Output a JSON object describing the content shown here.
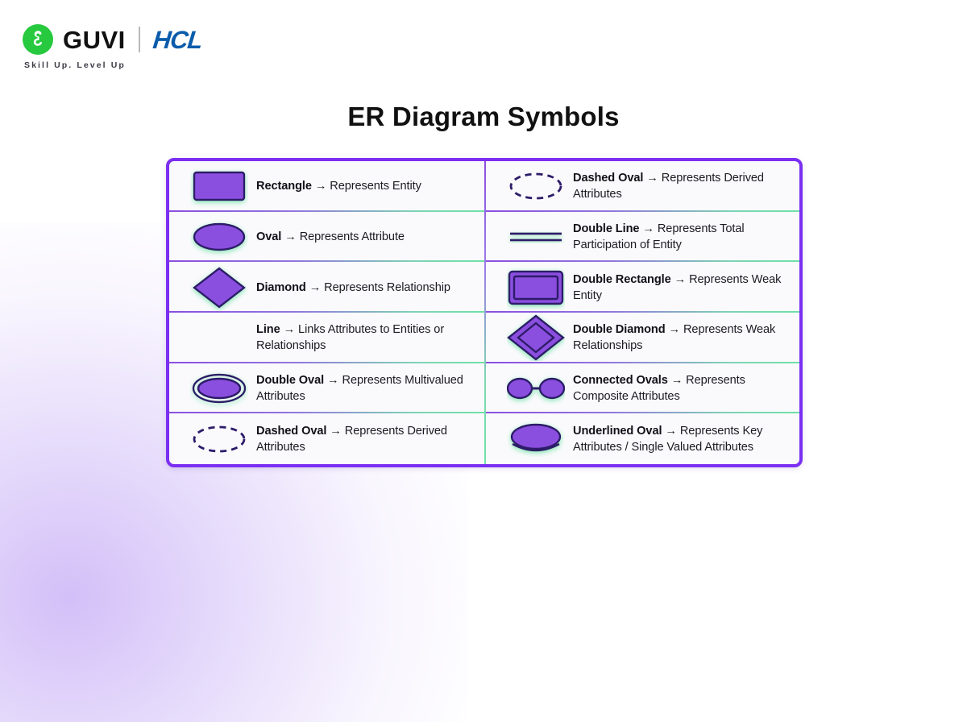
{
  "brand": {
    "logo_icon": "guvi-circle-g-icon",
    "name": "GUVI",
    "partner": "HCL",
    "tagline": "Skill Up. Level Up",
    "accent_green": "#27C93F",
    "hcl_blue": "#0B5CAB"
  },
  "title": "ER Diagram Symbols",
  "theme": {
    "border": "#7B2FF2",
    "shape_fill": "#8B4FE0",
    "shape_stroke": "#2D1B69",
    "glow": "#7FE3B0",
    "divider_from": "#8B4FE0",
    "divider_to": "#6FE0A8"
  },
  "table": {
    "left_column": [
      {
        "shape": "rectangle",
        "term": "Rectangle",
        "arrow": "→",
        "desc": "Represents Entity"
      },
      {
        "shape": "oval",
        "term": "Oval",
        "arrow": "→",
        "desc": "Represents Attribute"
      },
      {
        "shape": "diamond",
        "term": "Diamond",
        "arrow": "→",
        "desc": "Represents Relationship"
      },
      {
        "shape": "line",
        "term": "Line",
        "arrow": "→",
        "desc": "Links Attributes to Entities or Relationships"
      },
      {
        "shape": "double-oval",
        "term": "Double Oval",
        "arrow": "→",
        "desc": "Represents Multivalued Attributes"
      },
      {
        "shape": "dashed-oval",
        "term": "Dashed Oval",
        "arrow": "→",
        "desc": "Represents Derived Attributes"
      }
    ],
    "right_column": [
      {
        "shape": "dashed-oval",
        "term": "Dashed Oval",
        "arrow": "→",
        "desc": "Represents Derived Attributes"
      },
      {
        "shape": "double-line",
        "term": "Double Line",
        "arrow": "→",
        "desc": "Represents Total Participation of Entity"
      },
      {
        "shape": "double-rectangle",
        "term": "Double Rectangle",
        "arrow": "→",
        "desc": "Represents Weak Entity"
      },
      {
        "shape": "double-diamond",
        "term": "Double Diamond",
        "arrow": "→",
        "desc": "Represents Weak Relationships"
      },
      {
        "shape": "connected-ovals",
        "term": "Connected Ovals",
        "arrow": "→",
        "desc": "Represents Composite Attributes"
      },
      {
        "shape": "underlined-oval",
        "term": "Underlined Oval",
        "arrow": "→",
        "desc": "Represents Key Attributes / Single Valued Attributes"
      }
    ]
  }
}
